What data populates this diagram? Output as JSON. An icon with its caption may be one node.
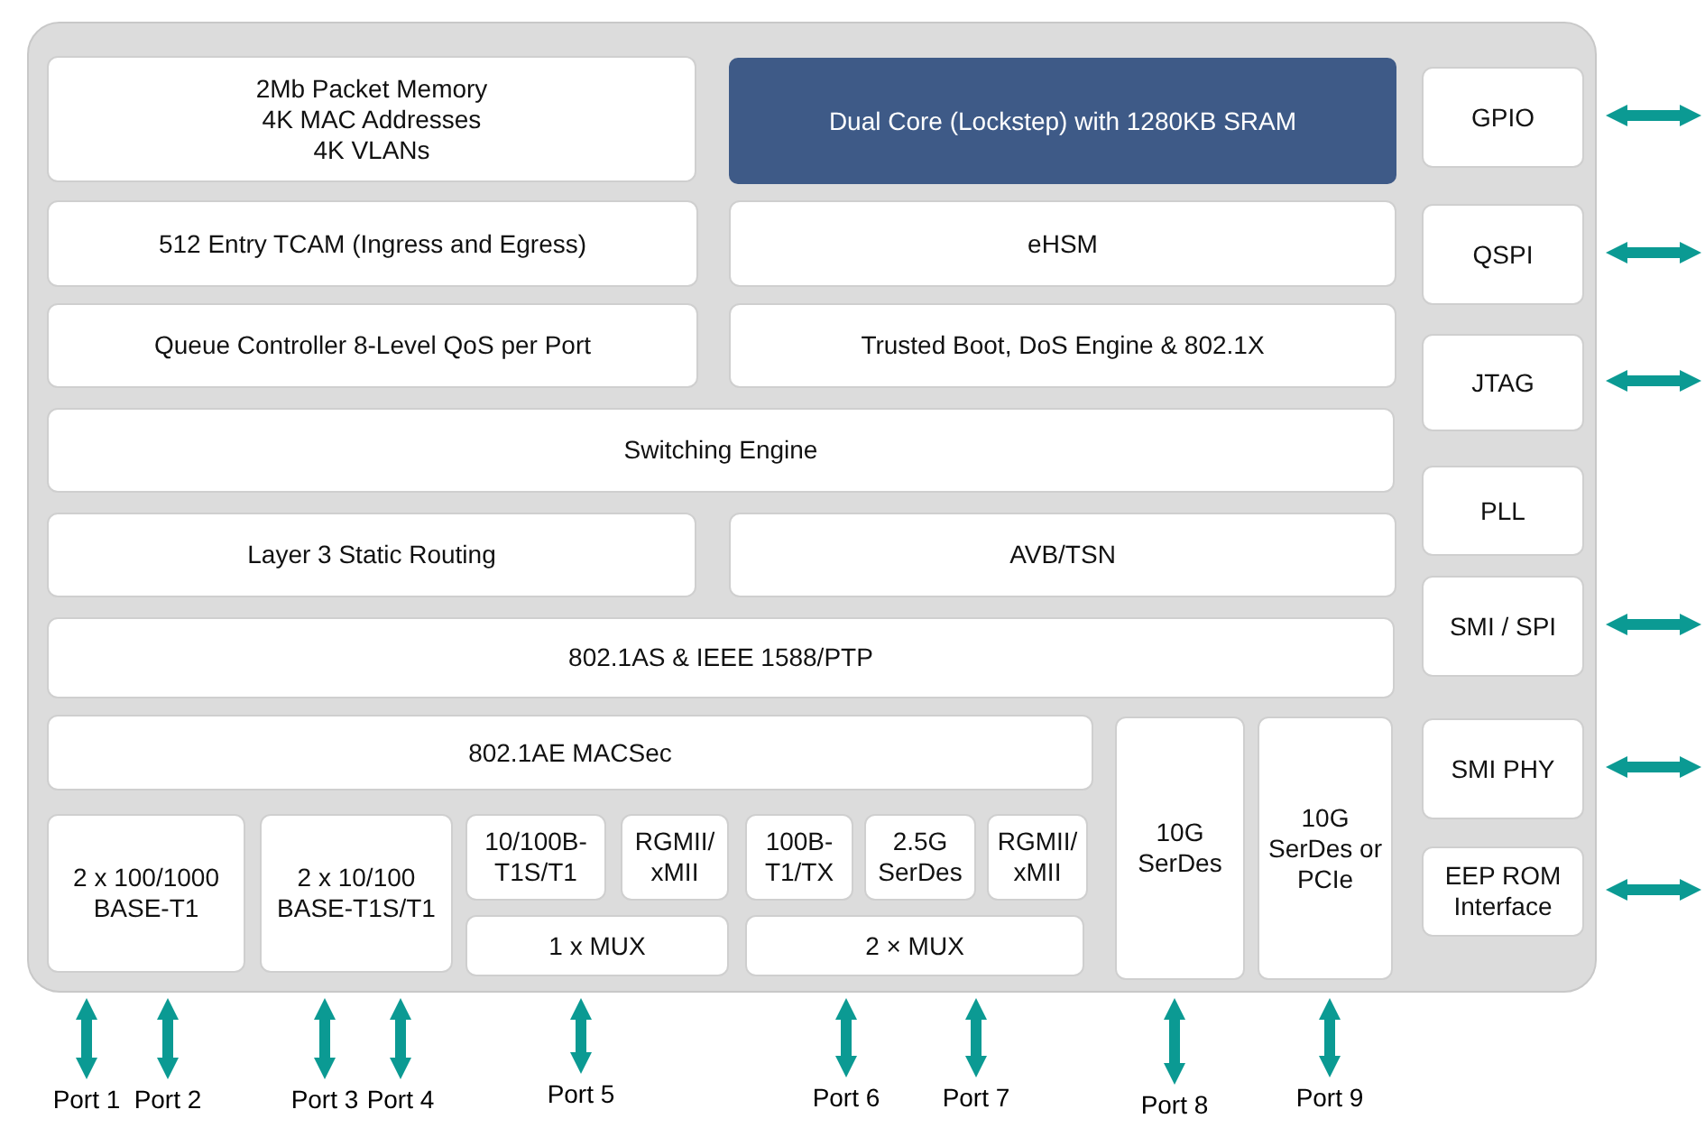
{
  "diagram": {
    "nodes": [
      {
        "text": [],
        "shape": "box"
      },
      {
        "text": [
          "2Mb Packet Memory",
          "4K MAC Addresses",
          "4K VLANs"
        ],
        "in": 0
      },
      {
        "text": [
          "Dual Core (Lockstep) with 1280KB SRAM"
        ],
        "in": 0
      },
      {
        "text": [
          "512 Entry TCAM (Ingress and Egress)"
        ],
        "in": 0
      },
      {
        "text": [
          "eHSM"
        ],
        "in": 0
      },
      {
        "text": [
          "Queue Controller 8-Level QoS per Port"
        ],
        "in": 0
      },
      {
        "text": [
          "Trusted Boot, DoS Engine & 802.1X"
        ],
        "in": 0
      },
      {
        "text": [
          "Switching Engine"
        ],
        "in": 0
      },
      {
        "text": [
          "Layer 3 Static Routing"
        ],
        "in": 0
      },
      {
        "text": [
          "AVB/TSN"
        ],
        "in": 0
      },
      {
        "text": [
          "802.1AS & IEEE 1588/PTP"
        ],
        "in": 0
      },
      {
        "text": [
          "802.1AE MACSec"
        ],
        "in": 0
      },
      {
        "text": [
          "2 x 100/1000 BASE-T1"
        ],
        "in": 0
      },
      {
        "text": [
          "2 x 10/100 BASE-T1S/T1"
        ],
        "in": 0
      },
      {
        "text": [
          "10/100B-T1S/T1"
        ],
        "in": 0
      },
      {
        "text": [
          "RGMII/ xMII"
        ],
        "in": 0
      },
      {
        "text": [
          "100B-T1/TX"
        ],
        "in": 0
      },
      {
        "text": [
          "2.5G SerDes"
        ],
        "in": 0
      },
      {
        "text": [
          "RGMII/ xMII"
        ],
        "in": 0
      },
      {
        "text": [
          "1 x MUX"
        ],
        "in": 0
      },
      {
        "text": [
          "2 × MUX"
        ],
        "in": 0
      },
      {
        "text": [
          "10G SerDes"
        ],
        "in": 0
      },
      {
        "text": [
          "10G SerDes or PCIe"
        ],
        "in": 0
      },
      {
        "text": [
          "GPIO"
        ],
        "in": 0
      },
      {
        "text": [
          "QSPI"
        ],
        "in": 0
      },
      {
        "text": [
          "JTAG"
        ],
        "in": 0
      },
      {
        "text": [
          "PLL"
        ],
        "in": 0
      },
      {
        "text": [
          "SMI / SPI"
        ],
        "in": 0
      },
      {
        "text": [
          "SMI PHY"
        ],
        "in": 0
      },
      {
        "text": [
          "EEP ROM Interface"
        ],
        "in": 0
      },
      {
        "text": [
          "Port 1"
        ]
      },
      {
        "text": [
          "Port 2"
        ]
      },
      {
        "text": [
          "Port 3"
        ]
      },
      {
        "text": [
          "Port 4"
        ]
      },
      {
        "text": [
          "Port 5"
        ]
      },
      {
        "text": [
          "Port 6"
        ]
      },
      {
        "text": [
          "Port 7"
        ]
      },
      {
        "text": [
          "Port 8"
        ]
      },
      {
        "text": [
          "Port 9"
        ]
      }
    ],
    "edges": [
      {
        "from": 23,
        "to": null,
        "arrow": "both"
      },
      {
        "from": 24,
        "to": null,
        "arrow": "both"
      },
      {
        "from": 25,
        "to": null,
        "arrow": "both"
      },
      {
        "from": 27,
        "to": null,
        "arrow": "both"
      },
      {
        "from": 28,
        "to": null,
        "arrow": "both"
      },
      {
        "from": 29,
        "to": null,
        "arrow": "both"
      },
      {
        "from": 30,
        "to": 0,
        "arrow": "both"
      },
      {
        "from": 31,
        "to": 0,
        "arrow": "both"
      },
      {
        "from": 32,
        "to": 0,
        "arrow": "both"
      },
      {
        "from": 33,
        "to": 0,
        "arrow": "both"
      },
      {
        "from": 34,
        "to": 0,
        "arrow": "both"
      },
      {
        "from": 35,
        "to": 0,
        "arrow": "both"
      },
      {
        "from": 36,
        "to": 0,
        "arrow": "both"
      },
      {
        "from": 37,
        "to": 0,
        "arrow": "both"
      },
      {
        "from": 38,
        "to": 0,
        "arrow": "both"
      }
    ]
  }
}
